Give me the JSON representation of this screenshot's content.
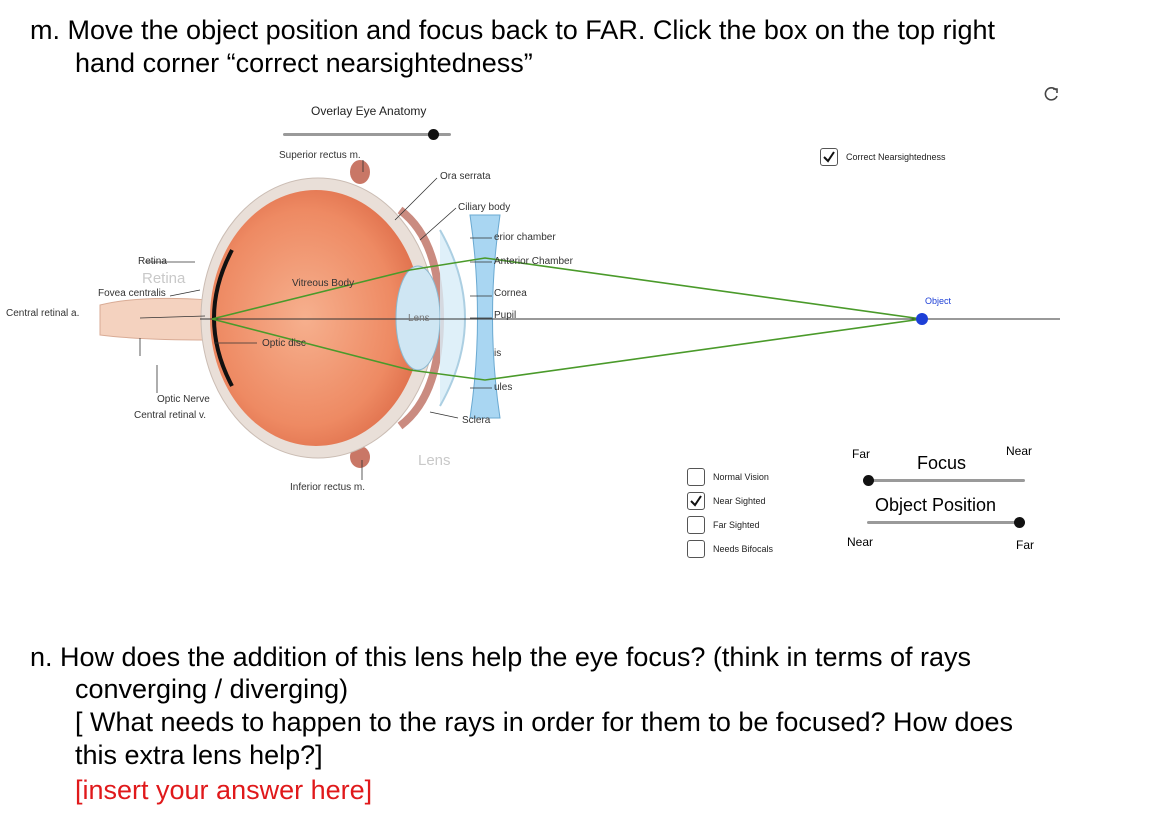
{
  "question_m": {
    "line1": "m. Move the object position and focus back to FAR. Click the box on the top right",
    "line2": "hand corner “correct nearsightedness”"
  },
  "applet": {
    "overlay_label": "Overlay Eye Anatomy",
    "overlay_slider_value": 0.85,
    "refresh_icon": "refresh-icon",
    "correct_nearsightedness": {
      "label": "Correct Nearsightedness",
      "checked": true
    },
    "object_label": "Object",
    "anatomy": {
      "superior_rectus": "Superior rectus m.",
      "ora_serrata": "Ora serrata",
      "ciliary_body": "Ciliary body",
      "posterior_chamber": "erior chamber",
      "anterior_chamber": "Anterior Chamber",
      "cornea": "Cornea",
      "pupil": "Pupil",
      "iris": "is",
      "zonules": "ules",
      "sclera": "Sclera",
      "retina_label": "Retina",
      "retina_ghost": "Retina",
      "fovea": "Fovea centralis",
      "central_retinal_a": "Central retinal a.",
      "vitreous": "Vitreous Body",
      "lens_inside": "Lens",
      "optic_disc": "Optic disc",
      "optic_nerve": "Optic Nerve",
      "central_retinal_v": "Central retinal v.",
      "inferior_rectus": "Inferior rectus m.",
      "lens_ghost": "Lens"
    },
    "vision_options": [
      {
        "label": "Normal Vision",
        "checked": false
      },
      {
        "label": "Near Sighted",
        "checked": true
      },
      {
        "label": "Far Sighted",
        "checked": false
      },
      {
        "label": "Needs Bifocals",
        "checked": false
      }
    ],
    "focus": {
      "title": "Focus",
      "left_label": "Far",
      "right_label": "Near",
      "value": 0.0
    },
    "object_position": {
      "title": "Object Position",
      "left_label": "Near",
      "right_label": "Far",
      "value": 1.0
    }
  },
  "question_n": {
    "line1": "n.  How does the addition of this lens help the eye focus? (think in terms of rays",
    "line2": "converging / diverging)",
    "line3": "[ What needs to happen to the rays in order for them to be focused? How does",
    "line4": "this extra lens help?]",
    "answer_placeholder": "[insert your answer here]"
  },
  "colors": {
    "ray_green": "#4a9a2a",
    "object_blue": "#1d3fd6",
    "lens_blue": "#a9d6f2",
    "answer_red": "#e0191b"
  }
}
